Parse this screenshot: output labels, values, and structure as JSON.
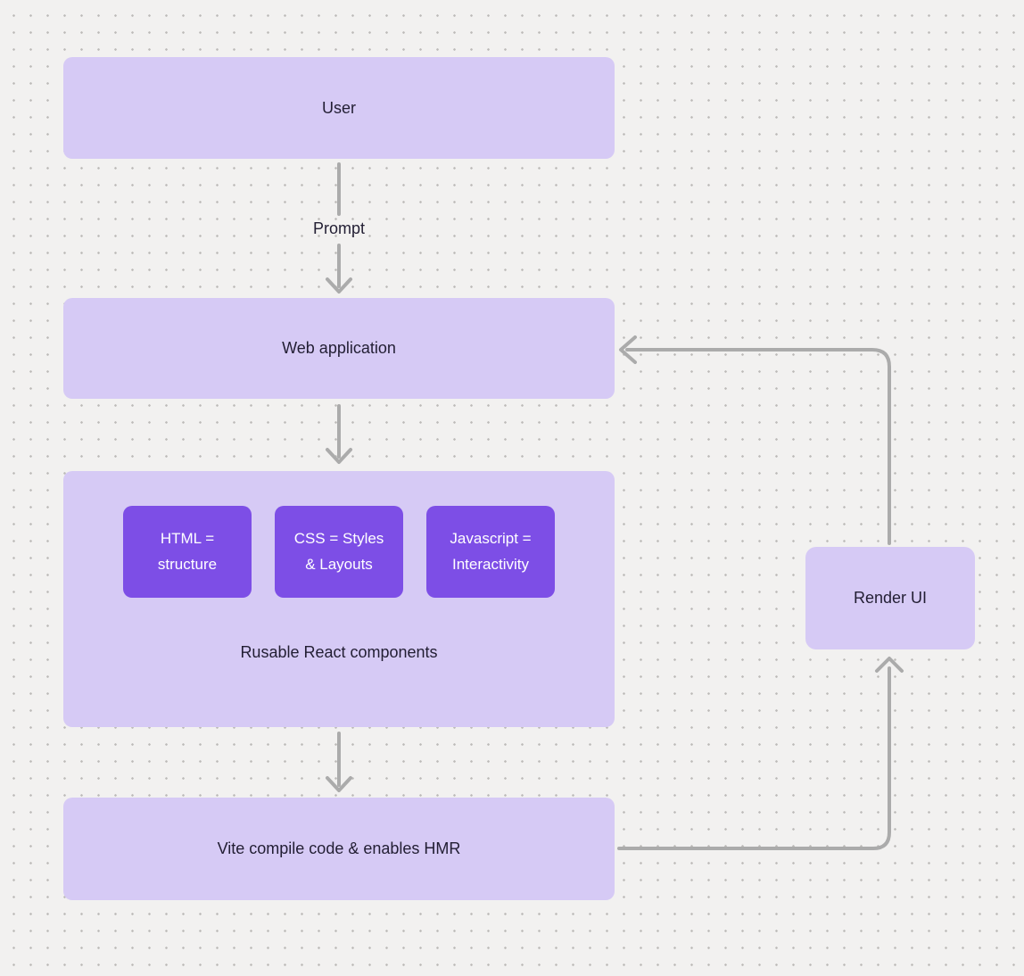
{
  "palette": {
    "canvas_bg": "#f2f1f0",
    "dot_color": "#bcbab8",
    "node_fill_light": "#d6caf5",
    "node_fill_dark": "#7d4ee6",
    "connector_color": "#ababab",
    "text_dark": "#221e33",
    "text_light": "#ffffff"
  },
  "nodes": {
    "user": {
      "label": "User"
    },
    "web_application": {
      "label": "Web application"
    },
    "components_group": {
      "caption": "Rusable React components",
      "children": [
        {
          "line1": "HTML =",
          "line2": "structure"
        },
        {
          "line1": "CSS = Styles",
          "line2": "& Layouts"
        },
        {
          "line1": "Javascript =",
          "line2": "Interactivity"
        }
      ]
    },
    "vite": {
      "label": "Vite compile code & enables HMR"
    },
    "render_ui": {
      "label": "Render UI"
    }
  },
  "edges": [
    {
      "id": "user-to-web-application",
      "from": "User",
      "to": "Web application",
      "label": "Prompt"
    },
    {
      "id": "web-application-to-components",
      "from": "Web application",
      "to": "Rusable React components",
      "label": ""
    },
    {
      "id": "components-to-vite",
      "from": "Rusable React components",
      "to": "Vite compile code & enables HMR",
      "label": ""
    },
    {
      "id": "vite-to-render-ui",
      "from": "Vite compile code & enables HMR",
      "to": "Render UI",
      "label": ""
    },
    {
      "id": "render-ui-to-web-application",
      "from": "Render UI",
      "to": "Web application",
      "label": ""
    }
  ]
}
